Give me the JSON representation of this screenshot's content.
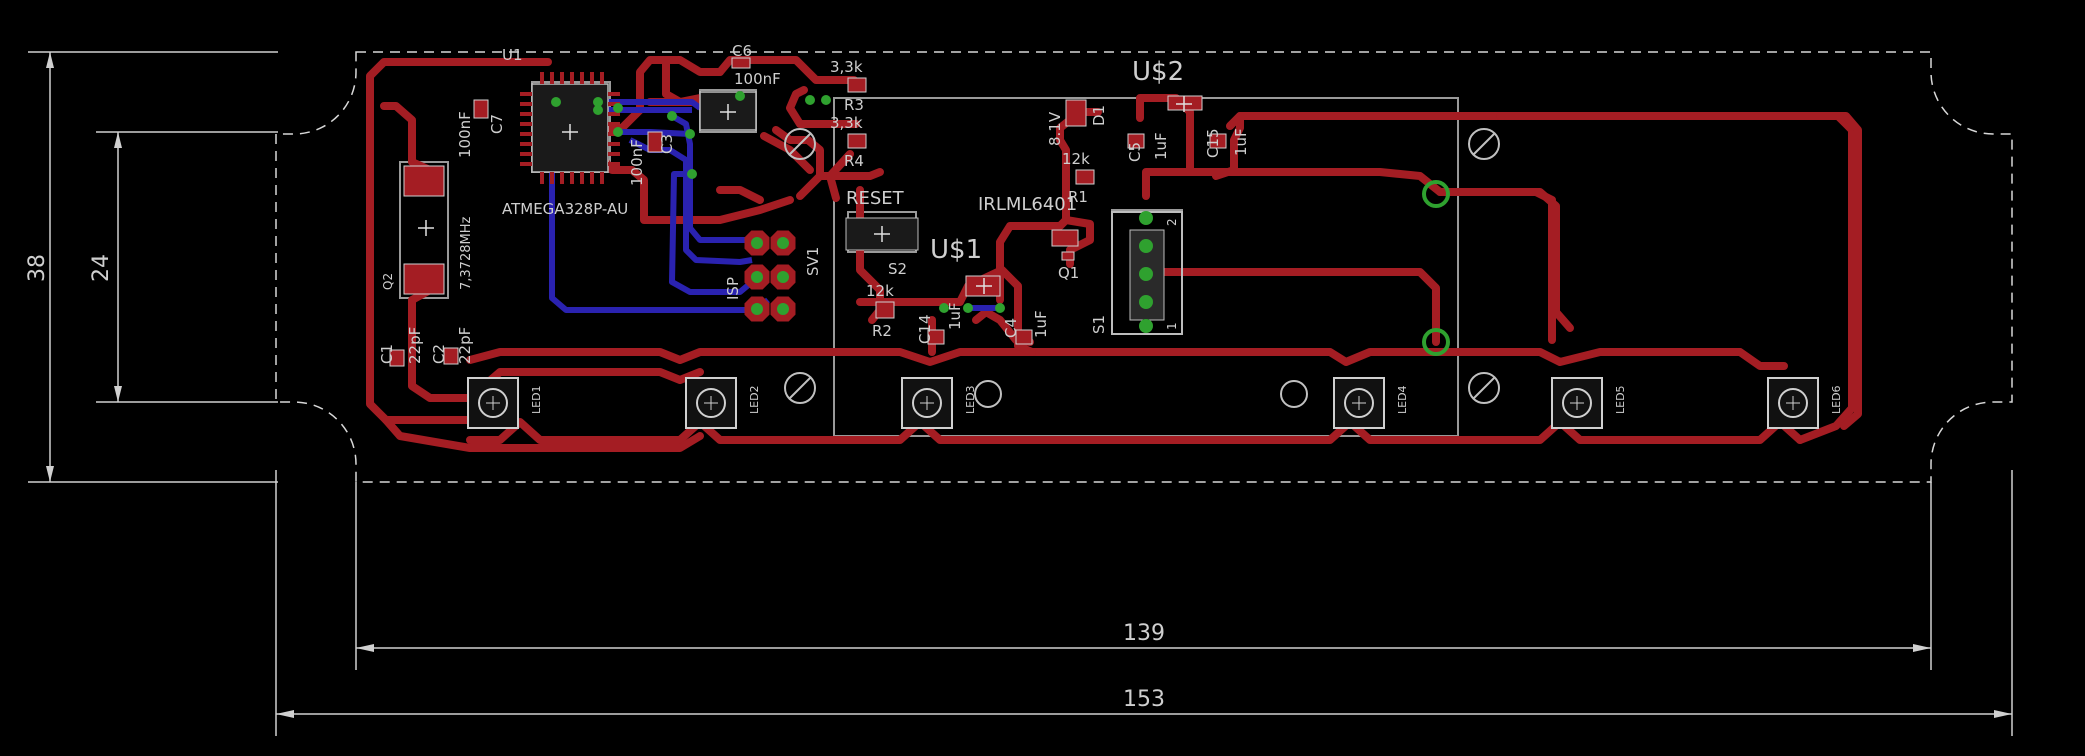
{
  "colors": {
    "background": "#000000",
    "top_copper": "#a41d23",
    "bottom_copper": "#2a22b0",
    "silk": "#c8c8c8",
    "via": "#2fa12f",
    "outline": "#d8d8d8"
  },
  "dimensions": {
    "d139": "139",
    "d153": "153",
    "d38": "38",
    "d24": "24"
  },
  "labels": {
    "u1": "U1",
    "u1_value": "ATMEGA328P-AU",
    "c6": "C6",
    "c6_value": "100nF",
    "r3_value": "3,3k",
    "r3": "R3",
    "r4_value": "3,3k",
    "r4": "R4",
    "c7_value": "100nF",
    "c7": "C7",
    "c3": "C3",
    "c3_value": "100nF",
    "q2": "Q2",
    "q2_value": "7,3728MHz",
    "c1": "C1",
    "c1_value": "22pF",
    "c2": "C2",
    "c2_value": "22pF",
    "isp": "ISP",
    "sv1": "SV1",
    "reset": "RESET",
    "s2": "S2",
    "r2_value": "12k",
    "r2": "R2",
    "c14": "C14",
    "c14_value": "1uF",
    "c4": "C4",
    "c4_value": "1uF",
    "u1_big": "U$1",
    "u2_big": "U$2",
    "irlml": "IRLML6401",
    "d1_value": "8.1V",
    "d1": "D1",
    "c5": "C5",
    "c5_value": "1uF",
    "c15": "C15",
    "c15_value": "1uF",
    "r1_value": "12k",
    "r1": "R1",
    "q1": "Q1",
    "s1": "S1",
    "s1_pin2": "2",
    "s1_pin1": "1",
    "led1": "LED1",
    "led2": "LED2",
    "led3": "LED3",
    "led4": "LED4",
    "led5": "LED5",
    "led6": "LED6"
  }
}
